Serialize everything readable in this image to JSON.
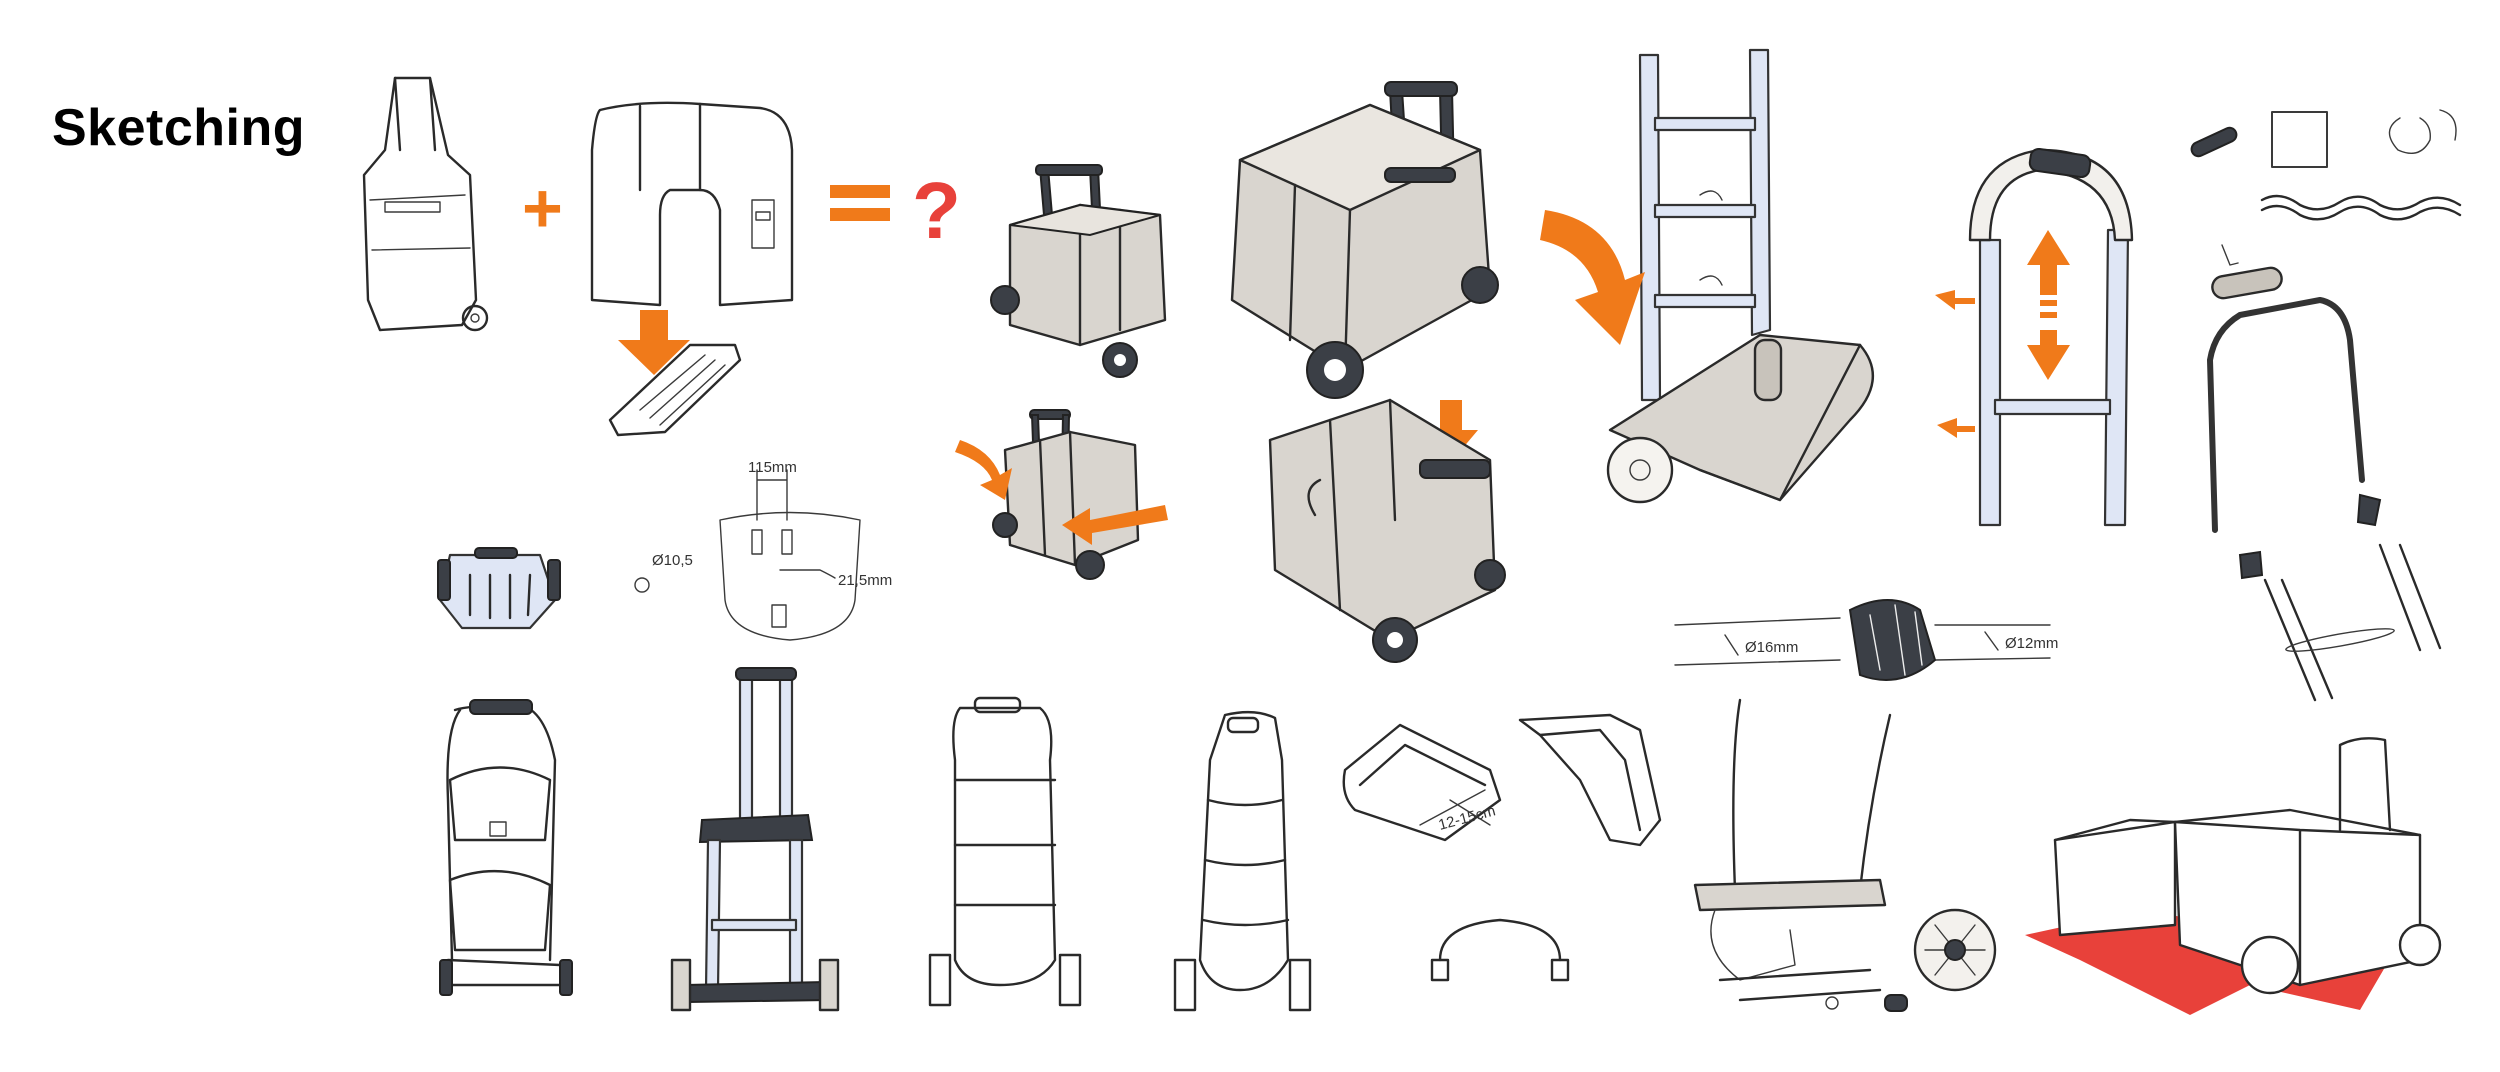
{
  "title": "Sketching",
  "symbols": {
    "plus": "+",
    "equals": "=",
    "question": "?"
  },
  "annotations": {
    "width_a": "115mm",
    "dia": "Ø10,5",
    "depth": "21,5mm",
    "dia_left": "Ø16mm",
    "dia_right": "Ø12mm",
    "length": "12-15cm"
  },
  "colors": {
    "accent": "#f07a1a",
    "red": "#e8413a",
    "frame_blue": "#dfe6f5",
    "fabric_grey": "#d9d5cf"
  }
}
